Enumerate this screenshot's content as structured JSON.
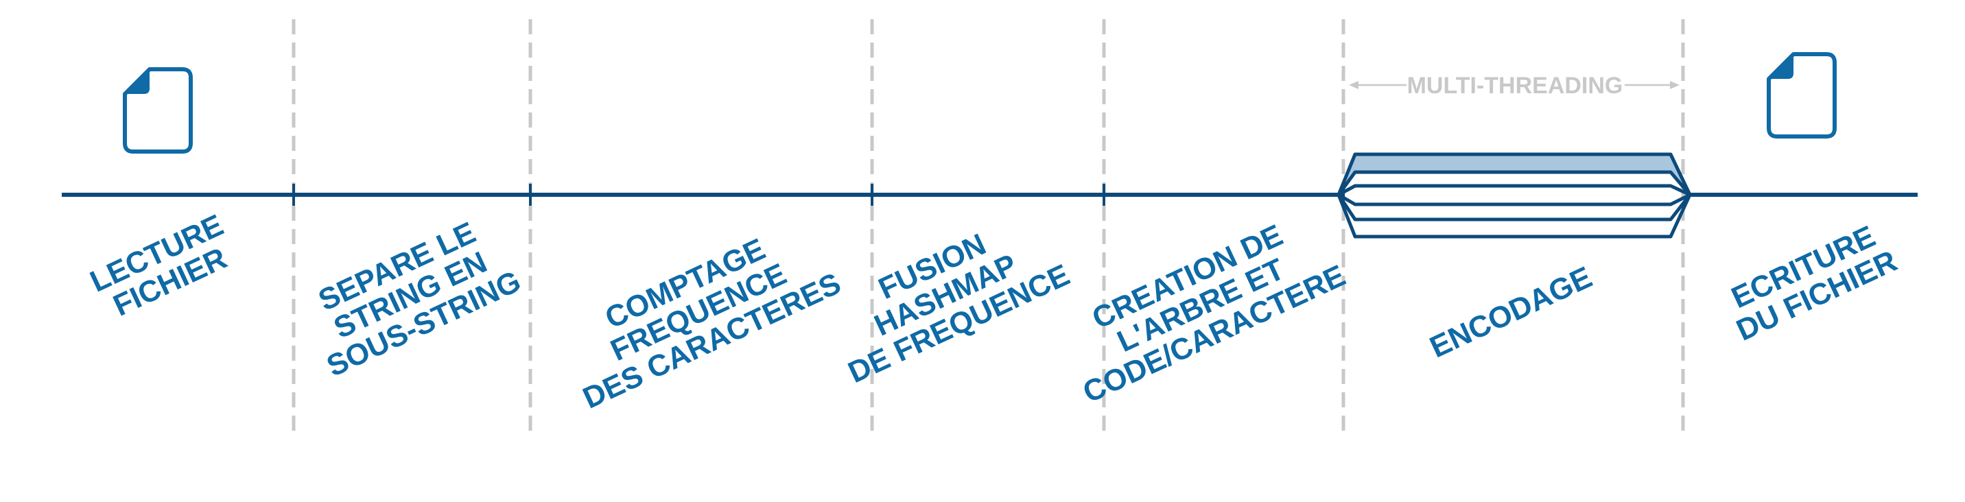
{
  "colors": {
    "line": "#0d4a7a",
    "text": "#0f6aa6",
    "divider": "#c8c8c8",
    "multithreading": "#c8c8c8",
    "thread_fill": "#a9c6df",
    "icon": "#0f6aa6"
  },
  "multithreading": {
    "label": "MULTI-THREADING"
  },
  "stages": [
    {
      "id": "lecture",
      "lines": [
        "LECTURE",
        "FICHIER"
      ]
    },
    {
      "id": "separe",
      "lines": [
        "SEPARE LE",
        "STRING EN",
        "SOUS-STRING"
      ]
    },
    {
      "id": "comptage",
      "lines": [
        "COMPTAGE",
        "FREQUENCE",
        "DES CARACTERES"
      ]
    },
    {
      "id": "fusion",
      "lines": [
        "FUSION",
        "HASHMAP",
        "DE FREQUENCE"
      ]
    },
    {
      "id": "creation",
      "lines": [
        "CREATION DE",
        "L'ARBRE ET",
        "CODE/CARACTERE"
      ]
    },
    {
      "id": "encodage",
      "lines": [
        "ENCODAGE"
      ]
    },
    {
      "id": "ecriture",
      "lines": [
        "ECRITURE",
        "DU FICHIER"
      ]
    }
  ],
  "icons": [
    {
      "name": "input-file-icon"
    },
    {
      "name": "output-file-icon"
    }
  ]
}
